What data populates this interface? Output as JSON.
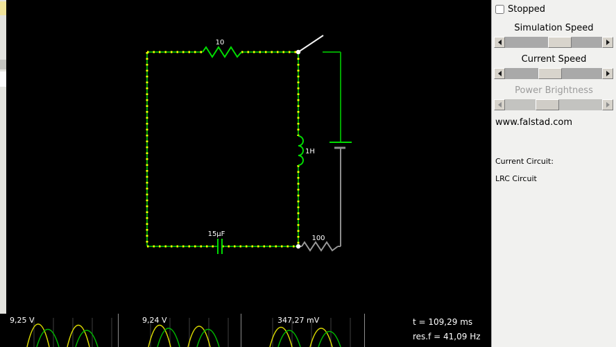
{
  "circuit": {
    "top_resistor_label": "10",
    "inductor_label": "1H",
    "capacitor_label": "15µF",
    "bottom_resistor_label": "100"
  },
  "scope": {
    "panel1_value": "9,25 V",
    "panel2_value": "9,24 V",
    "panel3_value": "347,27 mV",
    "time_label": "t = 109,29 ms",
    "res_freq_label": "res.f = 41,09 Hz"
  },
  "controls": {
    "stopped_label": "Stopped",
    "simulation_speed_label": "Simulation Speed",
    "current_speed_label": "Current Speed",
    "power_brightness_label": "Power Brightness",
    "website": "www.falstad.com",
    "current_circuit_label": "Current Circuit:",
    "current_circuit_name": "LRC Circuit"
  },
  "colors": {
    "wire_green": "#00a400",
    "component_green": "#00dd00",
    "current_dots": "#ffff00",
    "neutral_gray": "#8d8d8d",
    "scope_trace_yellow": "#d8d800",
    "scope_trace_green": "#00b400"
  }
}
